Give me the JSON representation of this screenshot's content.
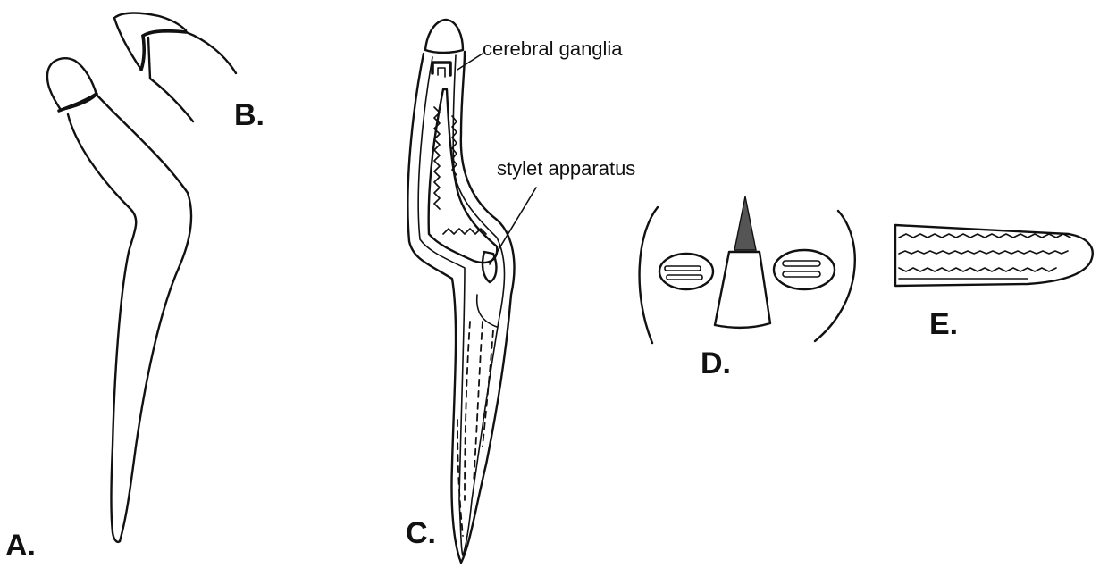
{
  "figure": {
    "panels": {
      "a": "A.",
      "b": "B.",
      "c": "C.",
      "d": "D.",
      "e": "E."
    },
    "callouts": {
      "cerebral_ganglia": "cerebral ganglia",
      "stylet_apparatus": "stylet apparatus"
    }
  }
}
